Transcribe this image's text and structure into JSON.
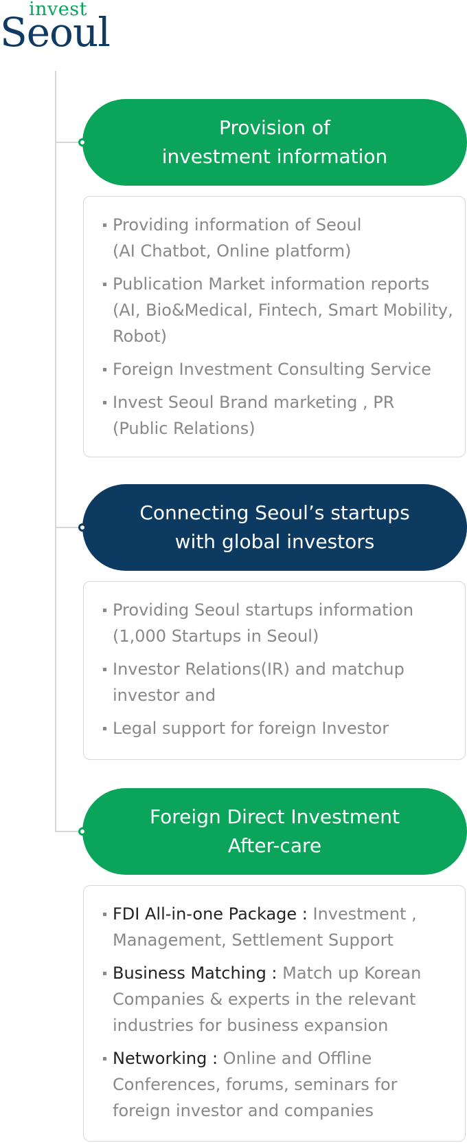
{
  "logo": {
    "invest": "invest",
    "seoul": "Seoul"
  },
  "colors": {
    "green": "#0aa55b",
    "navy": "#0d3a60",
    "text_gray": "#888888",
    "text_dark": "#222222"
  },
  "sections": [
    {
      "title_lines": [
        "Provision of",
        "investment information"
      ],
      "items": [
        {
          "lines": [
            "Providing  information of Seoul",
            "(AI Chatbot, Online platform)"
          ]
        },
        {
          "lines": [
            "Publication Market information reports",
            "(AI, Bio&Medical, Fintech, Smart Mobility,",
            "Robot)"
          ]
        },
        {
          "lines": [
            "Foreign Investment Consulting  Service"
          ]
        },
        {
          "lines": [
            "Invest Seoul Brand marketing , PR",
            "(Public Relations)"
          ]
        }
      ]
    },
    {
      "title_lines": [
        "Connecting Seoul’s startups",
        "with global investors"
      ],
      "items": [
        {
          "lines": [
            "Providing Seoul startups information",
            "(1,000 Startups in Seoul)"
          ]
        },
        {
          "lines": [
            "Investor Relations(IR) and matchup",
            "investor and"
          ]
        },
        {
          "lines": [
            "Legal support for foreign Investor"
          ]
        }
      ]
    },
    {
      "title_lines": [
        "Foreign Direct Investment",
        "After-care"
      ],
      "items": [
        {
          "strong": "FDI All-in-one Package :",
          "lines": [
            " Investment ,",
            "Management, Settlement Support"
          ]
        },
        {
          "strong": "Business Matching :",
          "lines": [
            " Match up Korean",
            "Companies & experts in the  relevant",
            "industries for business expansion"
          ]
        },
        {
          "strong": "Networking :",
          "lines": [
            " Online and Offline",
            "Conferences, forums, seminars for",
            "foreign investor and companies"
          ]
        }
      ]
    }
  ]
}
